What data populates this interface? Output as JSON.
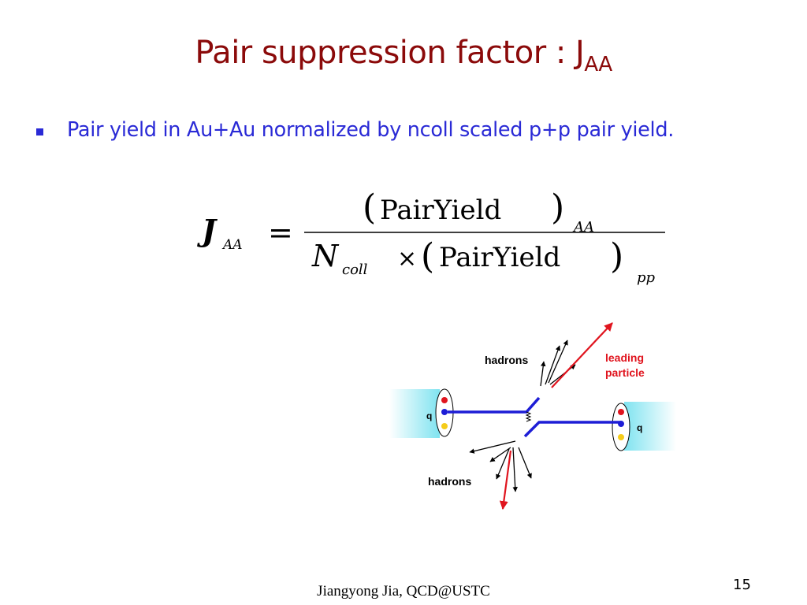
{
  "slide": {
    "title_main": "Pair suppression factor : J",
    "title_sub": "AA",
    "bullet": "Pair yield in Au+Au normalized by ncoll scaled p+p pair yield.",
    "formula": {
      "lhs": "J",
      "lhs_sub": "AA",
      "equals": "=",
      "num_text": "PairYield",
      "num_sub": "AA",
      "den_n": "N",
      "den_n_sub": "coll",
      "den_times": "×",
      "den_text": "PairYield",
      "den_sub": "pp",
      "lparen": "(",
      "rparen": ")"
    },
    "diagram": {
      "label_hadrons_top": "hadrons",
      "label_hadrons_bottom": "hadrons",
      "label_leading_1": "leading",
      "label_leading_2": "particle",
      "label_q_left": "q",
      "label_q_right": "q"
    },
    "footer": "Jiangyong Jia,  QCD@USTC",
    "page_number": "15",
    "colors": {
      "title": "#8b0a0a",
      "bullet": "#2a2ad6",
      "leading": "#e0141e",
      "jet": "#1d1dd6",
      "beam": "#8ee6f2"
    }
  }
}
